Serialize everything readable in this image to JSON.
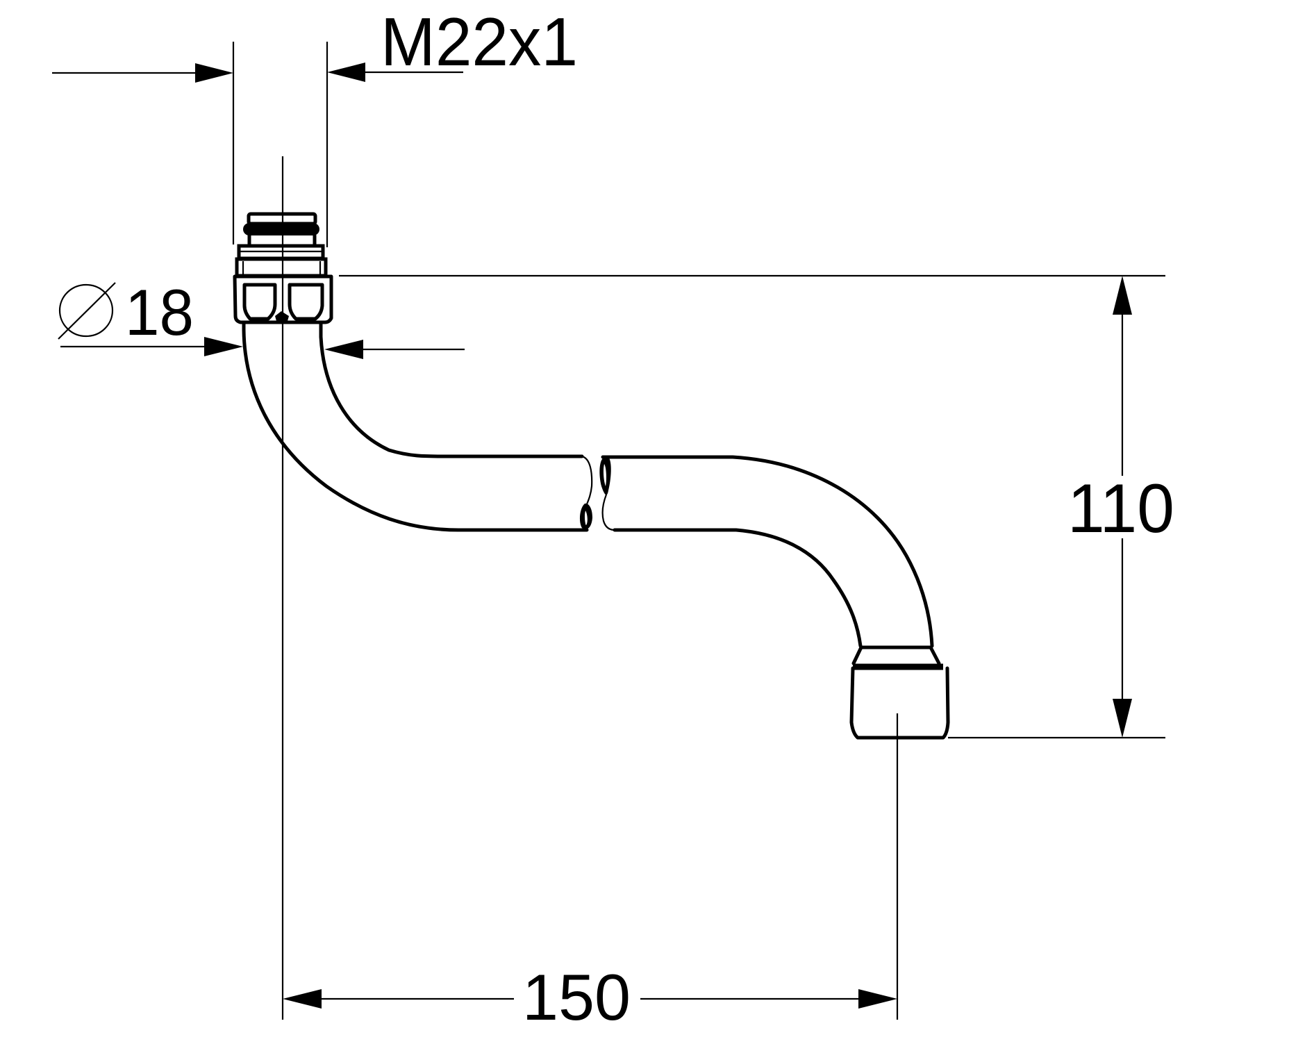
{
  "drawing": {
    "title": "S-shaped swivel spout technical drawing",
    "stroke_color": "#000000",
    "background_color": "#ffffff"
  },
  "dimensions": {
    "thread": {
      "label": "M22x1"
    },
    "diameter": {
      "symbol": "⌀",
      "value": "18",
      "label": "⌀18"
    },
    "height": {
      "label": "110"
    },
    "reach": {
      "label": "150"
    }
  }
}
